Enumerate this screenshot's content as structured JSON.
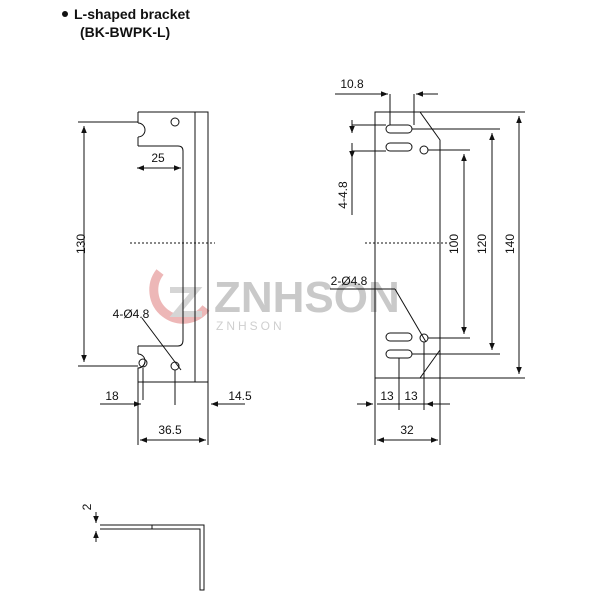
{
  "header": {
    "title": "L-shaped bracket",
    "subtitle": "(BK-BWPK-L)"
  },
  "watermark": {
    "brand": "ZNHSON",
    "brand_small": "ZNHSON",
    "logo_color": "#e8a0a0",
    "text_color": "#c9c9c9"
  },
  "left_view": {
    "dim_height": "130",
    "dim_slot": "25",
    "dim_holes": "4-Ø4.8",
    "dim_left": "18",
    "dim_right": "14.5",
    "dim_bottom": "36.5"
  },
  "right_view": {
    "dim_top": "10.8",
    "dim_slot": "4-4.8",
    "dim_100": "100",
    "dim_120": "120",
    "dim_140": "140",
    "dim_holes": "2-Ø4.8",
    "dim_13a": "13",
    "dim_13b": "13",
    "dim_32": "32"
  },
  "side_view": {
    "dim_thickness": "2"
  }
}
